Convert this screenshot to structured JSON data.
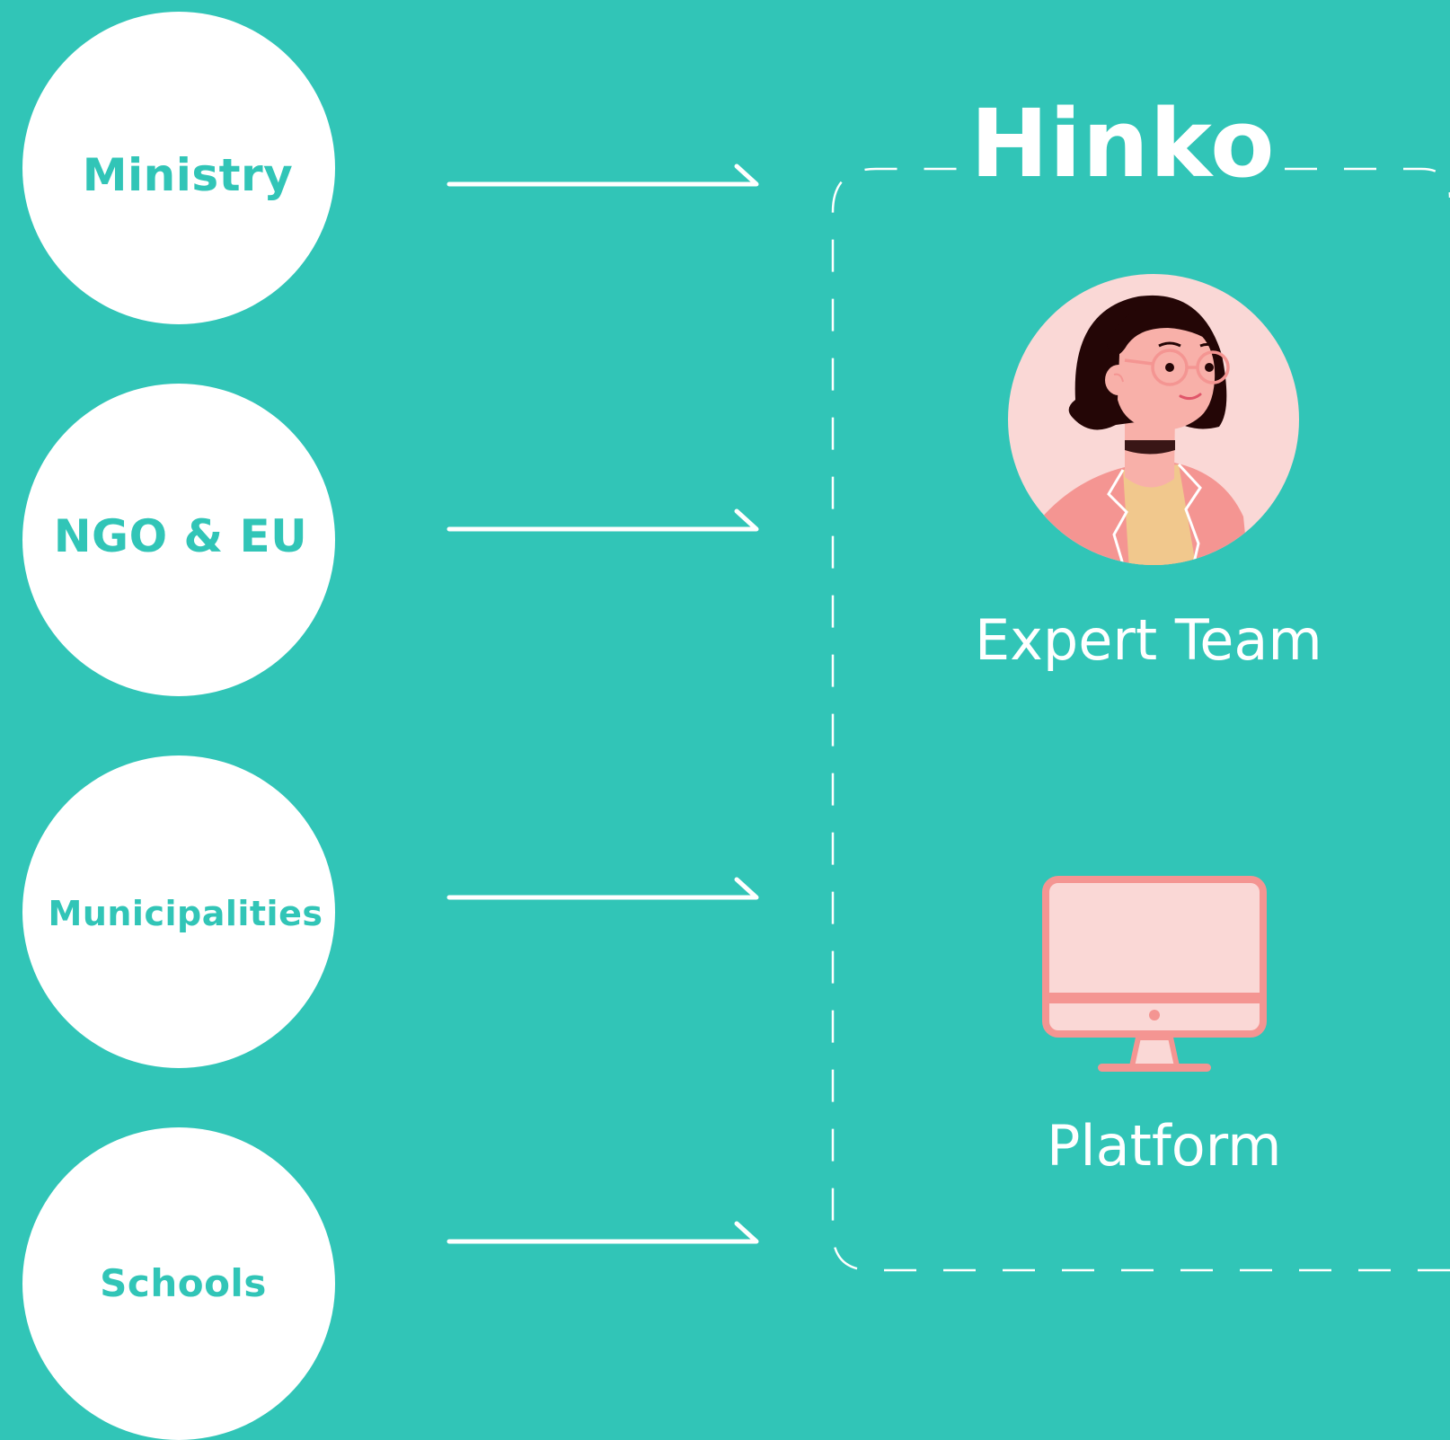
{
  "diagram": {
    "brand": "Hinko",
    "stakeholders": [
      {
        "label": "Ministry"
      },
      {
        "label": "NGO & EU"
      },
      {
        "label": "Municipalities"
      },
      {
        "label": "Schools"
      }
    ],
    "components": [
      {
        "label": "Expert Team",
        "icon": "expert-avatar-icon"
      },
      {
        "label": "Platform",
        "icon": "monitor-icon"
      }
    ]
  },
  "colors": {
    "background": "#31c5b7",
    "circle_fill": "#ffffff",
    "text_on_circle": "#31c5b7",
    "line": "#ffffff",
    "accent_pink": "#f49592",
    "light_pink": "#fad8d6",
    "hair": "#240606",
    "shirt": "#f1c88d"
  }
}
